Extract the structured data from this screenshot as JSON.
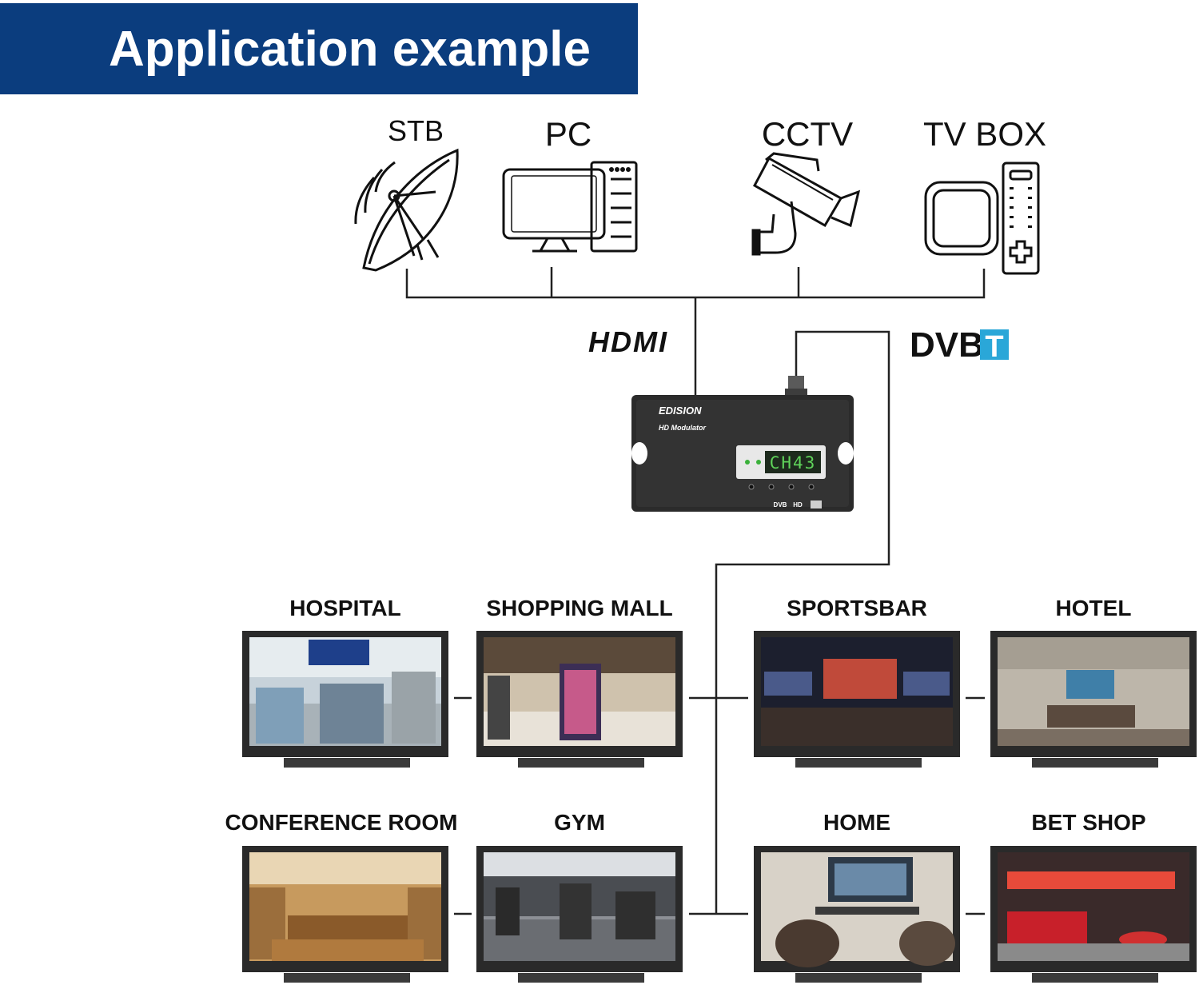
{
  "title": "Application example",
  "sources": [
    {
      "label": "STB",
      "icon": "satellite-dish-icon"
    },
    {
      "label": "PC",
      "icon": "desktop-computer-icon"
    },
    {
      "label": "CCTV",
      "icon": "security-camera-icon"
    },
    {
      "label": "TV BOX",
      "icon": "tv-box-remote-icon"
    }
  ],
  "connectors": {
    "input": "HDMI",
    "output_prefix": "DVB",
    "output_suffix": "T"
  },
  "device": {
    "brand": "EDISION",
    "model": "HD Modulator",
    "display": "CH43",
    "footer_left": "DVB",
    "footer_right": "HD"
  },
  "venues": [
    {
      "label": "HOSPITAL"
    },
    {
      "label": "SHOPPING MALL"
    },
    {
      "label": "SPORTSBAR"
    },
    {
      "label": "HOTEL"
    },
    {
      "label": "CONFERENCE ROOM"
    },
    {
      "label": "GYM"
    },
    {
      "label": "HOME"
    },
    {
      "label": "BET SHOP"
    }
  ],
  "colors": {
    "banner": "#0b3d7e",
    "dvbt_accent": "#2aa7d8",
    "device_body": "#2b2b2b",
    "display_text": "#5fd35a",
    "line": "#222222"
  }
}
